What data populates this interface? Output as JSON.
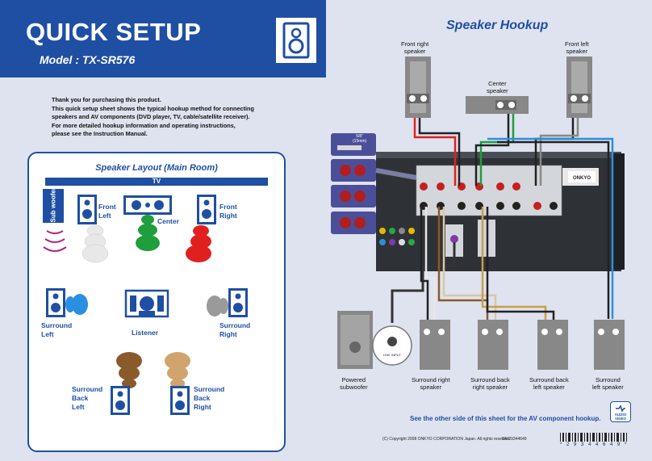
{
  "header": {
    "title": "QUICK SETUP",
    "model": "Model : TX-SR576"
  },
  "intro": {
    "lines": [
      "Thank you for purchasing this product.",
      "This quick setup sheet shows the typical hookup method for connecting",
      "speakers and AV components (DVD player, TV, cable/satellite receiver).",
      "For more detailed hookup information and operating instructions,",
      "please see the Instruction Manual."
    ]
  },
  "layout": {
    "title": "Speaker Layout (Main Room)",
    "tv": "TV",
    "subwoofer": "Sub woofer",
    "front_left": [
      "Front",
      "Left"
    ],
    "center": "Center",
    "front_right": [
      "Front",
      "Right"
    ],
    "surround_left": [
      "Surround",
      "Left"
    ],
    "listener": "Listener",
    "surround_right": [
      "Surround",
      "Right"
    ],
    "surround_back_left": [
      "Surround",
      "Back",
      "Left"
    ],
    "surround_back_right": [
      "Surround",
      "Back",
      "Right"
    ]
  },
  "hookup": {
    "title": "Speaker Hookup",
    "front_right": [
      "Front right",
      "speaker"
    ],
    "front_left": [
      "Front left",
      "speaker"
    ],
    "center": [
      "Center",
      "speaker"
    ],
    "wire_length": [
      "5/8\"",
      "(15mm)"
    ],
    "powered_sub": [
      "Powered",
      "subwoofer"
    ],
    "surround_right": [
      "Surround right",
      "speaker"
    ],
    "surround_back_right": [
      "Surround back",
      "right speaker"
    ],
    "surround_back_left": [
      "Surround back",
      "left speaker"
    ],
    "surround_left": [
      "Surround",
      "left speaker"
    ],
    "line_input": "LINE INPUT",
    "brand": "ONKYO"
  },
  "footer": {
    "note": "See the other side of this sheet for the AV component hookup.",
    "copyright": "(C) Copyright 2008 ONKYO CORPORATION Japan. All rights reserved.",
    "sn": "SN 29344649",
    "barcode": "* 2 9 3 4 4 6 4 9 *",
    "av_badge": [
      "AUDIO",
      "VIDEO"
    ]
  },
  "colors": {
    "brand_blue": "#1f4fa3",
    "background": "#dfe3ef",
    "front_red": "#e0201f",
    "center_green": "#1e9e3c",
    "surround_blue": "#2a8fe0",
    "surround_gray": "#9a9a9a",
    "back_brown": "#8a5a2b",
    "back_tan": "#d0a46c"
  }
}
